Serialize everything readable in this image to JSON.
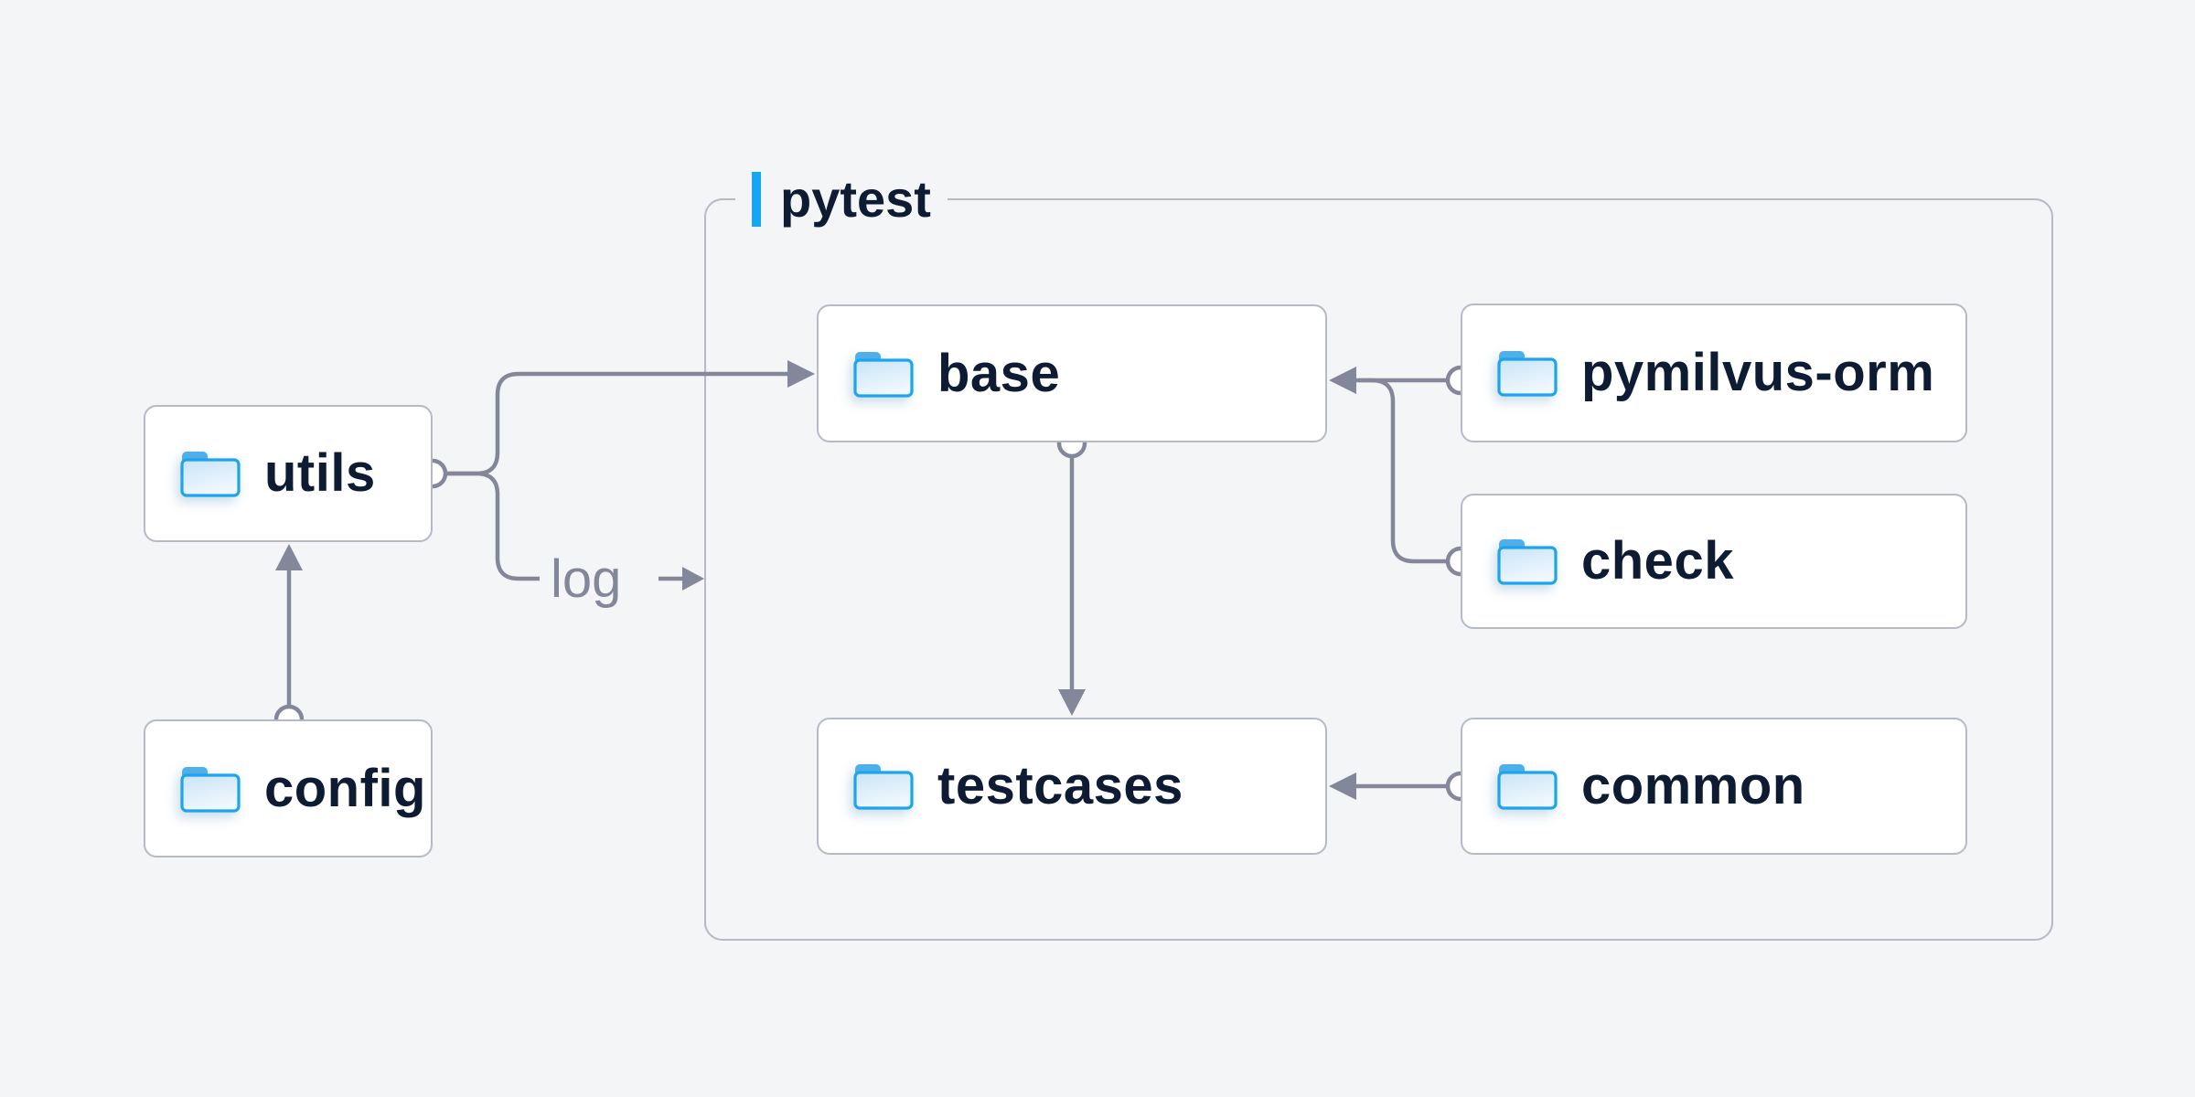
{
  "page": {
    "background": "#f4f5f7"
  },
  "diagram": {
    "container": {
      "label": "pytest",
      "accent_color": "#16a7f2"
    },
    "nodes": [
      {
        "id": "utils",
        "label": "utils",
        "icon": "folder-icon"
      },
      {
        "id": "config",
        "label": "config",
        "icon": "folder-icon"
      },
      {
        "id": "base",
        "label": "base",
        "icon": "folder-icon",
        "group": "pytest"
      },
      {
        "id": "pymilvus-orm",
        "label": "pymilvus-orm",
        "icon": "folder-icon",
        "group": "pytest"
      },
      {
        "id": "check",
        "label": "check",
        "icon": "folder-icon",
        "group": "pytest"
      },
      {
        "id": "testcases",
        "label": "testcases",
        "icon": "folder-icon",
        "group": "pytest"
      },
      {
        "id": "common",
        "label": "common",
        "icon": "folder-icon",
        "group": "pytest"
      }
    ],
    "edges": [
      {
        "from": "config",
        "to": "utils"
      },
      {
        "from": "utils",
        "to": "base"
      },
      {
        "from": "utils",
        "to": "pytest",
        "label": "log"
      },
      {
        "from": "base",
        "to": "testcases"
      },
      {
        "from": "pymilvus-orm",
        "to": "base"
      },
      {
        "from": "check",
        "to": "base"
      },
      {
        "from": "common",
        "to": "testcases"
      }
    ],
    "colors": {
      "node_fill": "#ffffff",
      "node_border": "#b6b9c6",
      "node_text": "#0d1b33",
      "connector": "#83879a",
      "accent_bar": "#16a7f2",
      "folder_stroke": "#1da4ee",
      "folder_tab": "#4fb0e9"
    }
  }
}
